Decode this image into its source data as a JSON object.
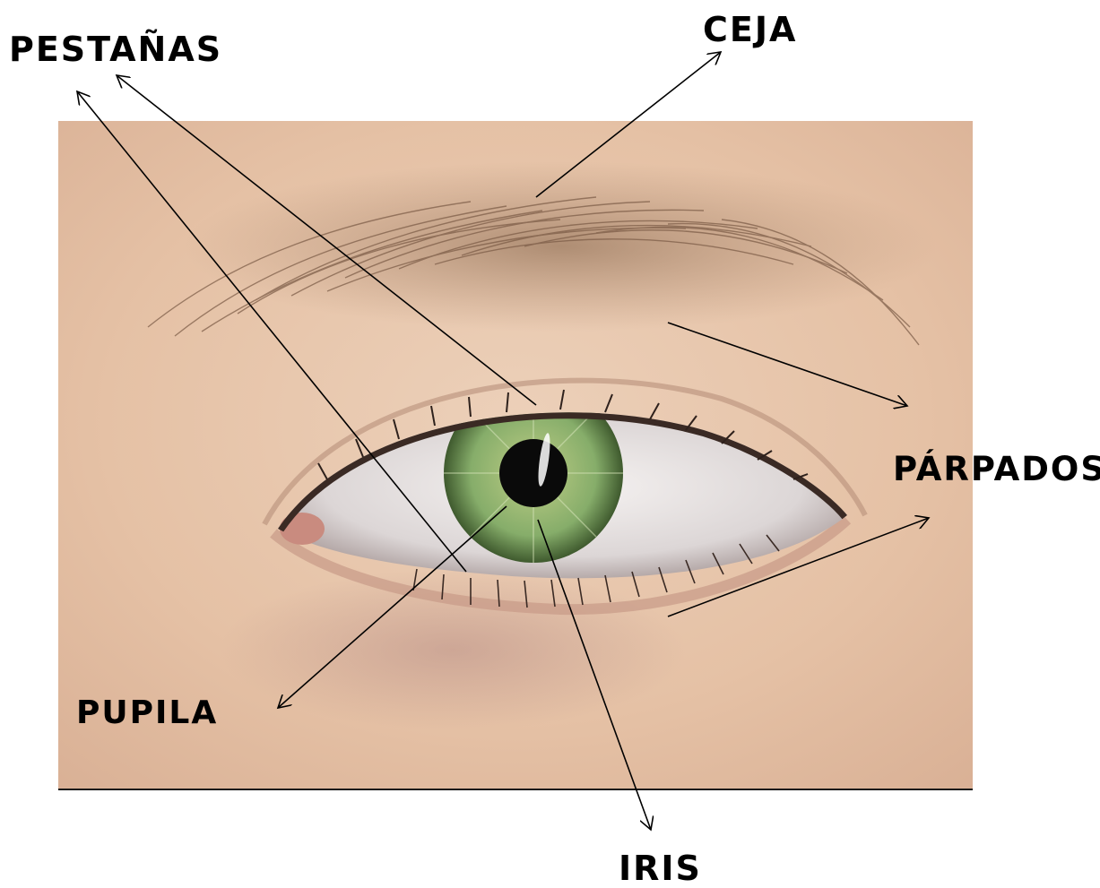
{
  "labels": {
    "pestanas": "PESTAÑAS",
    "ceja": "CEJA",
    "parpados": "PÁRPADOS",
    "pupila": "PUPILA",
    "iris": "IRIS"
  },
  "colors": {
    "skin": "#e6c3a8",
    "brow": "#8a6a52",
    "iris": "#7fa55a",
    "pupil": "#0a0a0a",
    "arrow": "#000000"
  }
}
